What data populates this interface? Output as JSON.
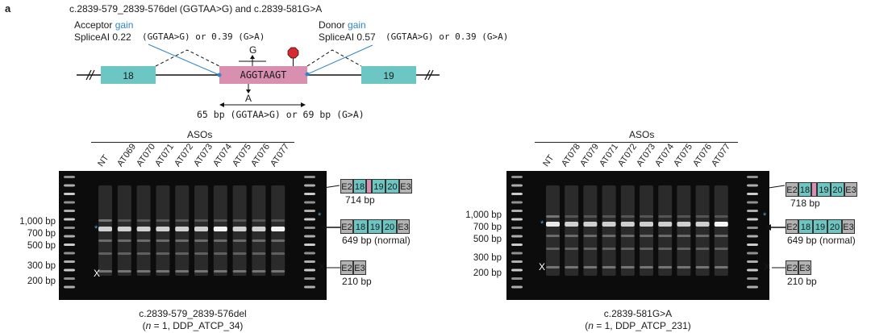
{
  "panel_label": "a",
  "title": "c.2839-579_2839-576del (GGTAA>G) and c.2839-581G>A",
  "diagram": {
    "acceptor_prefix": "Acceptor ",
    "acceptor_gain": "gain",
    "acceptor_score": "SpliceAI 0.22",
    "donor_prefix": "Donor ",
    "donor_gain": "gain",
    "donor_score": "SpliceAI 0.57",
    "acceptor_detail": "(GGTAA>G) or 0.39 (G>A)",
    "donor_detail": "(GGTAA>G) or 0.39 (G>A)",
    "exon_left": "18",
    "exon_right": "19",
    "pseudoexon_seq": "AGGTAAGT",
    "alt_up": "G",
    "alt_down": "A",
    "length_note": "65 bp (GGTAA>G) or 69 bp (G>A)",
    "colors": {
      "exon": "#6cc7c4",
      "pseudoexon": "#d98fb0",
      "gain_text": "#2f86c6",
      "stop": "#d9282f"
    }
  },
  "gels": [
    {
      "asos_label": "ASOs",
      "lanes": [
        "NT",
        "AT069",
        "AT070",
        "AT071",
        "AT072",
        "AT073",
        "AT074",
        "AT075",
        "AT076",
        "AT077"
      ],
      "ladder_labels": [
        "1,000 bp",
        "700 bp",
        "500 bp",
        "300 bp",
        "200 bp"
      ],
      "x_mark": "X",
      "asterisk": "*",
      "caption_line1": "c.2839-579_2839-576del",
      "caption_line2": "(n = 1, DDP_ATCP_34)",
      "products": [
        {
          "name": "pe",
          "exons": [
            "E2",
            "18",
            "",
            "19",
            "20",
            "E3"
          ],
          "size": "714 bp"
        },
        {
          "name": "normal",
          "exons": [
            "E2",
            "18",
            "19",
            "20",
            "E3"
          ],
          "size": "649 bp (normal)"
        },
        {
          "name": "skip",
          "exons": [
            "E2",
            "E3"
          ],
          "size": "210 bp"
        }
      ]
    },
    {
      "asos_label": "ASOs",
      "lanes": [
        "NT",
        "AT078",
        "AT079",
        "AT071",
        "AT072",
        "AT073",
        "AT074",
        "AT075",
        "AT076",
        "AT077"
      ],
      "ladder_labels": [
        "1,000 bp",
        "700 bp",
        "500 bp",
        "300 bp",
        "200 bp"
      ],
      "x_mark": "X",
      "asterisk": "*",
      "caption_line1": "c.2839-581G>A",
      "caption_line2": "(n = 1, DDP_ATCP_231)",
      "products": [
        {
          "name": "pe",
          "exons": [
            "E2",
            "18",
            "",
            "19",
            "20",
            "E3"
          ],
          "size": "718 bp"
        },
        {
          "name": "normal",
          "exons": [
            "E2",
            "18",
            "19",
            "20",
            "E3"
          ],
          "size": "649 bp (normal)"
        },
        {
          "name": "skip",
          "exons": [
            "E2",
            "E3"
          ],
          "size": "210 bp"
        }
      ]
    }
  ]
}
